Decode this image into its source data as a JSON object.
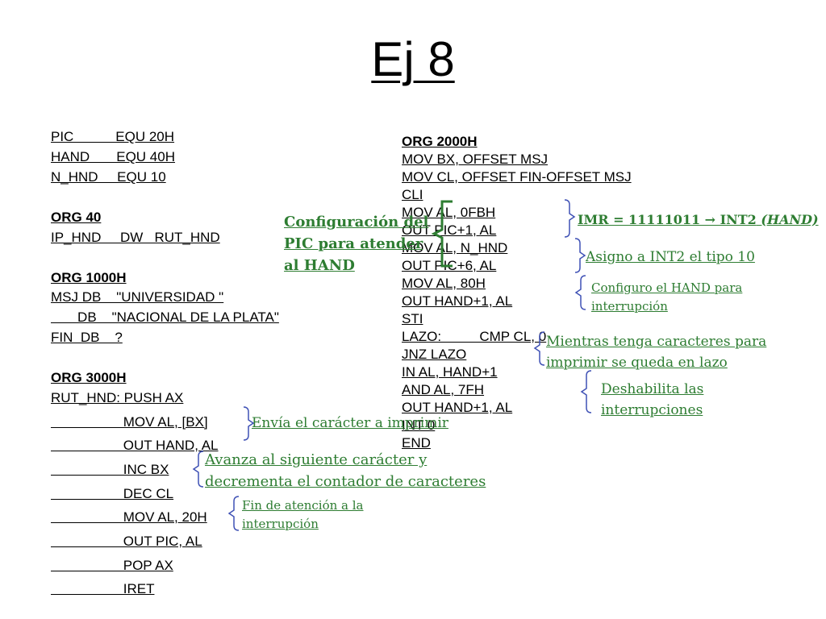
{
  "title": "Ej 8",
  "left_code": [
    "PIC           EQU 20H",
    "HAND       EQU 40H",
    "N_HND     EQU 10",
    "ORG 40",
    "IP_HND     DW   RUT_HND",
    "ORG 1000H",
    "MSJ DB    \"UNIVERSIDAD \"",
    "       DB    \"NACIONAL DE LA PLATA\"",
    "FIN  DB    ?",
    "ORG 3000H",
    "RUT_HND: PUSH AX",
    "                   MOV AL, [BX]",
    "                   OUT HAND, AL",
    "                   INC BX",
    "                   DEC CL",
    "                   MOV AL, 20H",
    "                   OUT PIC, AL",
    "                   POP AX",
    "                   IRET"
  ],
  "right_code": [
    "ORG 2000H",
    "MOV BX, OFFSET MSJ",
    "MOV CL, OFFSET FIN-OFFSET MSJ",
    "CLI",
    "MOV AL, 0FBH",
    "OUT PIC+1, AL",
    "MOV AL, N_HND",
    "OUT PIC+6, AL",
    "MOV AL, 80H",
    "OUT HAND+1, AL",
    "STI",
    "LAZO:          CMP CL, 0",
    "JNZ LAZO",
    "IN AL, HAND+1",
    "AND AL, 7FH",
    "OUT HAND+1, AL",
    "INT 0",
    "END"
  ],
  "annotations": {
    "config_pic": [
      "Configuración del",
      "PIC para atender",
      "al HAND"
    ],
    "imr_main": "IMR = 11111011  → INT2",
    "imr_hand": "(HAND)",
    "asigno": "Asigno a INT2 el tipo 10",
    "configuro": [
      "Configuro el HAND para",
      "interrupción"
    ],
    "mientras": [
      "Mientras tenga caracteres para",
      "imprimir  se queda en lazo"
    ],
    "deshabilita": [
      "Deshabilita las",
      "interrupciones"
    ],
    "envia": "Envía el carácter a imprimir",
    "avanza": [
      "Avanza al siguiente carácter y",
      "decrementa el contador de caracteres"
    ],
    "fin": [
      "Fin de atención a la",
      "interrupción"
    ]
  },
  "colors": {
    "annotation": "#2e7d32",
    "bracket_blue": "#3f51b5",
    "bracket_green": "#2e7d32",
    "code": "#000000"
  }
}
